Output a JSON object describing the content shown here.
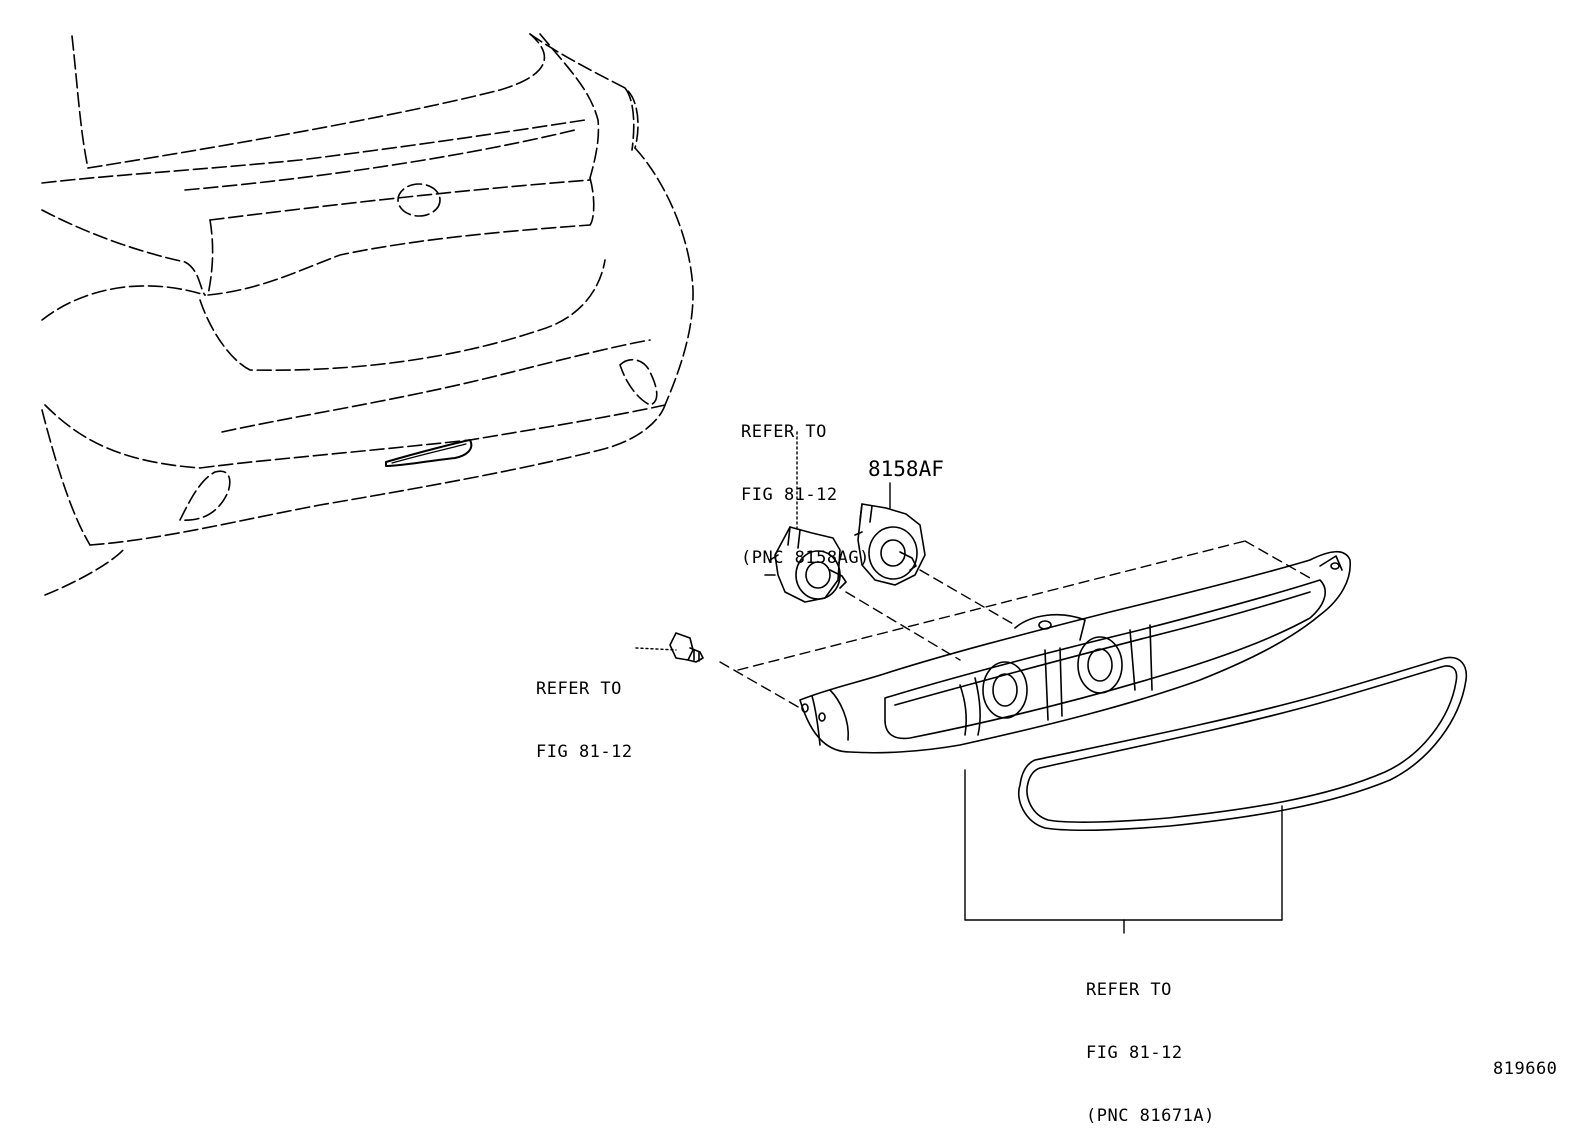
{
  "labels": {
    "bulb_socket_ref": {
      "line1": "REFER TO",
      "line2": "FIG 81-12",
      "line3": "(PNC 8158AG)"
    },
    "part_8158AF": "8158AF",
    "screw_ref": {
      "line1": "REFER TO",
      "line2": "FIG 81-12"
    },
    "lens_ref": {
      "line1": "REFER TO",
      "line2": "FIG 81-12",
      "line3": "(PNC 81671A)"
    }
  },
  "figure_number": "819660"
}
